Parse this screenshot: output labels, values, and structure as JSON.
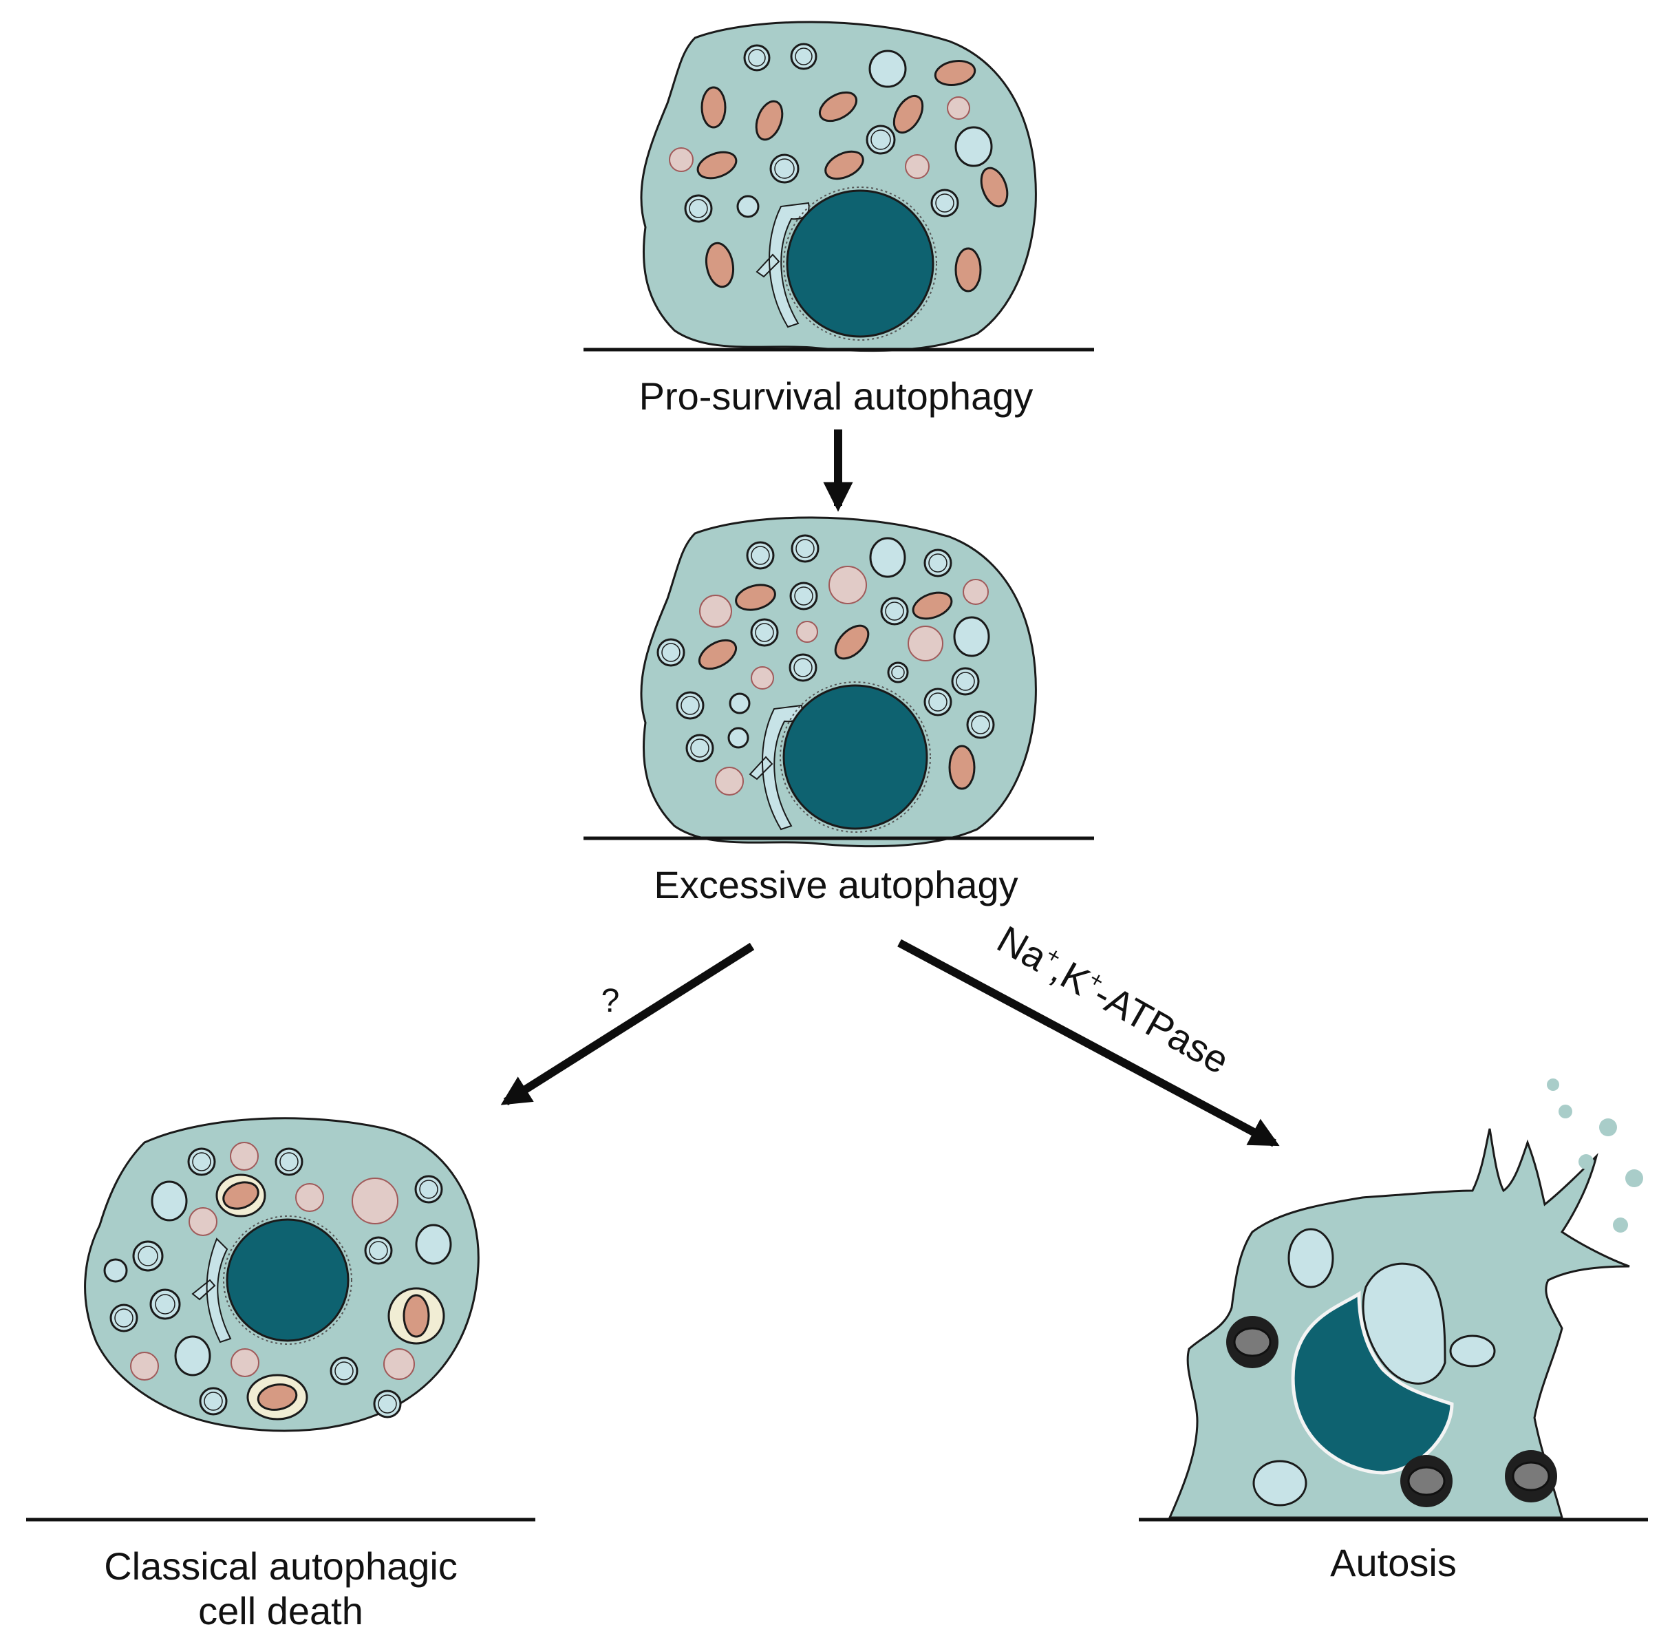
{
  "stages": {
    "pro_survival": "Pro-survival autophagy",
    "excessive": "Excessive autophagy",
    "classical": {
      "line1": "Classical autophagic",
      "line2": "cell death"
    },
    "autosis": "Autosis"
  },
  "edges": {
    "unknown_path": "?",
    "atpase_path": {
      "na": "Na",
      "sep": ",K",
      "tail": "-ATPase",
      "sup": "+"
    }
  },
  "colors": {
    "cytoplasm": "#a9cdc9",
    "nucleus": "#0e6270",
    "vesicle": "#c7e3e7",
    "autolysosome": "#e1cbc7",
    "mitochondria": "#d69a83",
    "damaged_mitochondria": "#4c4c4c",
    "outline": "#1a1a1a"
  }
}
